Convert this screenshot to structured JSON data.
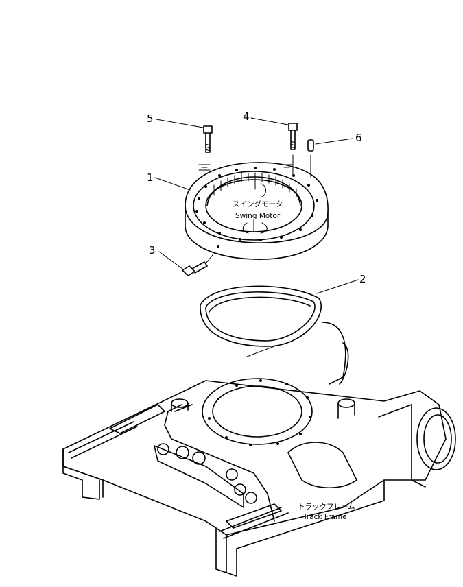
{
  "callouts": [
    {
      "id": "1",
      "text": "1"
    },
    {
      "id": "2",
      "text": "2"
    },
    {
      "id": "3",
      "text": "3"
    },
    {
      "id": "4",
      "text": "4"
    },
    {
      "id": "5",
      "text": "5"
    },
    {
      "id": "6",
      "text": "6"
    }
  ],
  "labels": {
    "swing_motor_jp": "スイングモータ",
    "swing_motor_en": "Swing Motor",
    "track_frame_jp": "トラックフレーム",
    "track_frame_en": "Track Frame"
  },
  "colors": {
    "ink": "#000000",
    "paper": "#ffffff"
  }
}
